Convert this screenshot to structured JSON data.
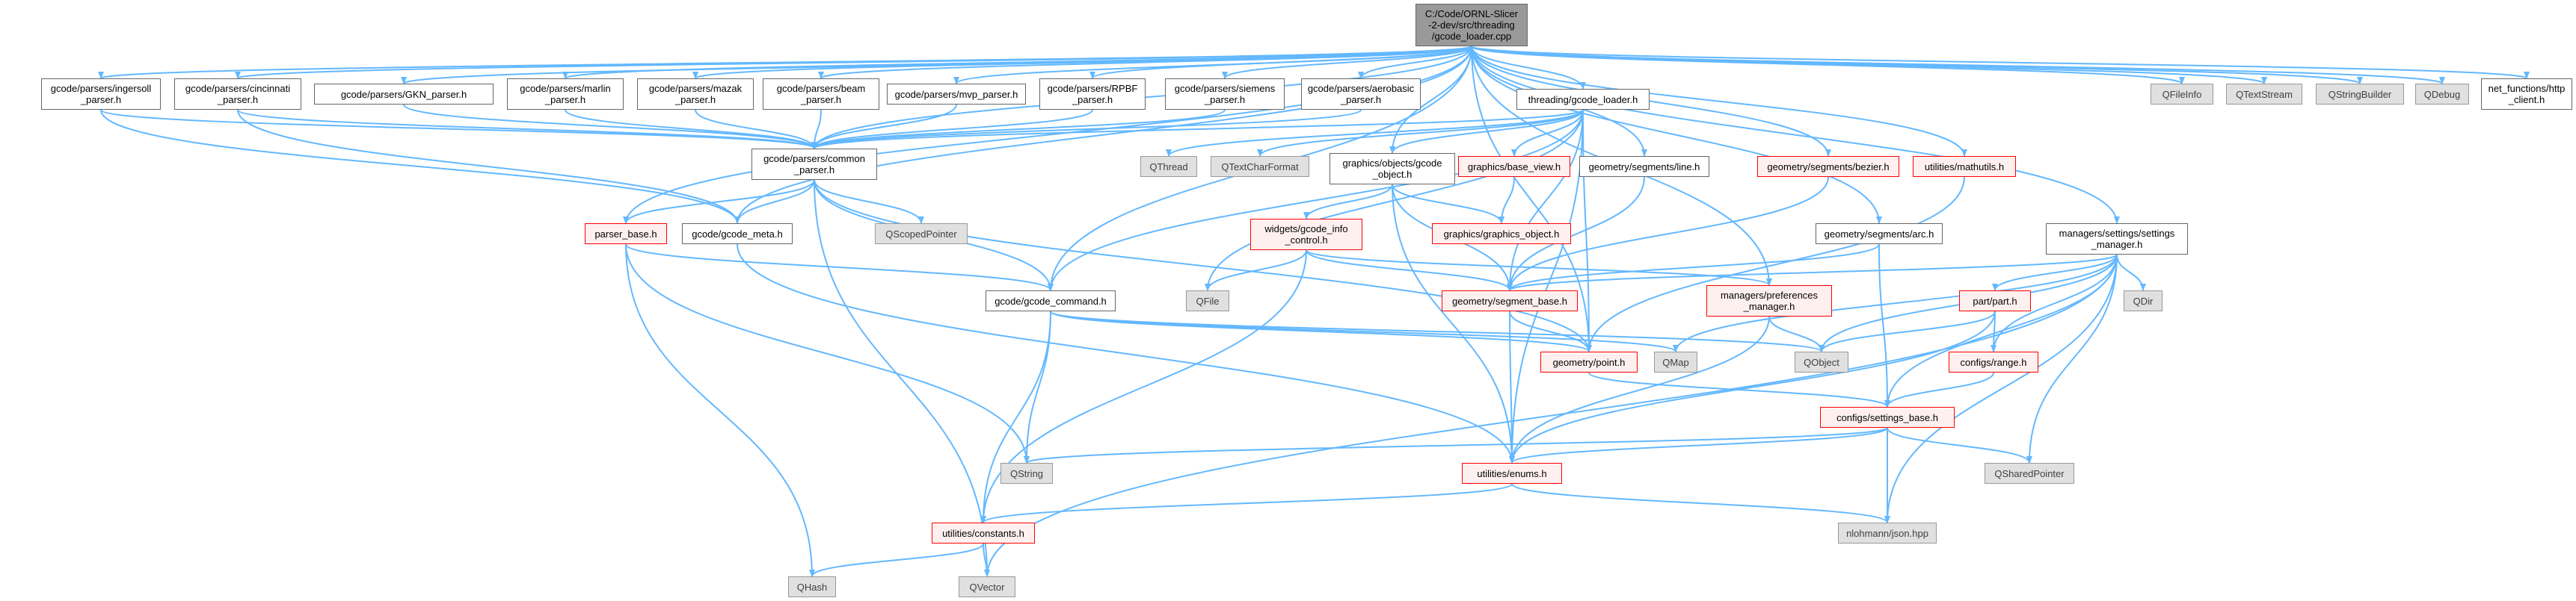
{
  "diagram": {
    "root": "C:/Code/ORNL-Slicer-2-dev/src/threading/gcode_loader.cpp",
    "colors": {
      "edge": "#63b8ff",
      "warn_border": "#ff0000",
      "external_fill": "#e0e0e0",
      "root_fill": "#999999"
    },
    "nodes": {
      "root": "C:/Code/ORNL-Slicer\n-2-dev/src/threading\n/gcode_loader.cpp",
      "ingersoll": "gcode/parsers/ingersoll\n_parser.h",
      "cincinnati": "gcode/parsers/cincinnati\n_parser.h",
      "gkn": "gcode/parsers/GKN_parser.h",
      "marlin": "gcode/parsers/marlin\n_parser.h",
      "mazak": "gcode/parsers/mazak\n_parser.h",
      "beam": "gcode/parsers/beam\n_parser.h",
      "mvp": "gcode/parsers/mvp_parser.h",
      "rpbf": "gcode/parsers/RPBF\n_parser.h",
      "siemens": "gcode/parsers/siemens\n_parser.h",
      "aerobasic": "gcode/parsers/aerobasic\n_parser.h",
      "gcode_loader_h": "threading/gcode_loader.h",
      "qfileinfo": "QFileInfo",
      "qtextstream": "QTextStream",
      "qstringbuilder": "QStringBuilder",
      "qdebug": "QDebug",
      "net_functions": "net_functions/http\n_client.h",
      "common_parser": "gcode/parsers/common\n_parser.h",
      "qthread": "QThread",
      "qtextcharformat": "QTextCharFormat",
      "graphics_gcode_object": "graphics/objects/gcode\n_object.h",
      "base_view": "graphics/base_view.h",
      "line_h": "geometry/segments/line.h",
      "bezier_h": "geometry/segments/bezier.h",
      "mathutils": "utilities/mathutils.h",
      "settings_manager": "managers/settings/settings\n_manager.h",
      "parser_base": "parser_base.h",
      "gcode_meta": "gcode/gcode_meta.h",
      "qscopedpointer": "QScopedPointer",
      "gcode_info_control": "widgets/gcode_info\n_control.h",
      "graphics_object": "graphics/graphics_object.h",
      "arc_h": "geometry/segments/arc.h",
      "gcode_command": "gcode/gcode_command.h",
      "qfile": "QFile",
      "segment_base": "geometry/segment_base.h",
      "preferences_manager": "managers/preferences\n_manager.h",
      "part_h": "part/part.h",
      "qdir": "QDir",
      "qmap": "QMap",
      "qobject": "QObject",
      "point_h": "geometry/point.h",
      "range_h": "configs/range.h",
      "settings_base": "configs/settings_base.h",
      "qstring": "QString",
      "enums_h": "utilities/enums.h",
      "qsharedpointer": "QSharedPointer",
      "constants_h": "utilities/constants.h",
      "json_hpp": "nlohmann/json.hpp",
      "qhash": "QHash",
      "qvector": "QVector"
    }
  }
}
